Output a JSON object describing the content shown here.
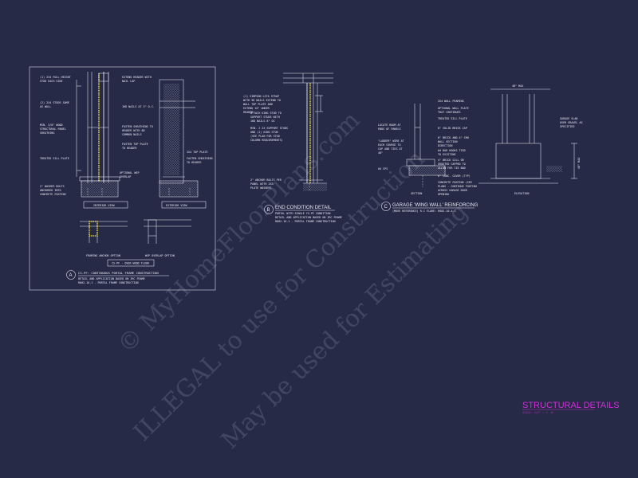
{
  "watermark": {
    "line1": "© MyHomeFloorPlans.com",
    "line2": "ILLEGAL to use for Construction",
    "line3": "May be used for Estimating"
  },
  "sheet_title": {
    "title": "STRUCTURAL DETAILS",
    "scale": "SCALE: 1/2\" = 1'-0\""
  },
  "detail_a": {
    "badge": "A",
    "title": "CS-PF: CONTINUOUS PORTAL FRAME CONSTRUCTION",
    "subtitle1": "DETAIL AND APPLICATION BASED ON IRC FRAME",
    "subtitle2": "R602.10.1 - PORTAL FRAME CONSTRUCTION",
    "view_interior": "INTERIOR VIEW",
    "view_exterior": "EXTERIOR VIEW",
    "option_framing": "FRAMING ANCHOR OPTION",
    "option_overlap": "WSP OVERLAP OPTION",
    "floor_tag": "CS-PF - OVER WOOD FLOOR",
    "notes_left": [
      "(1) 2X4 FULL HEIGHT",
      "STUD EACH SIDE",
      "(2) 2X4 STUDS SAME",
      "AS WALL",
      "MIN. 3/8\" WOOD",
      "STRUCTURAL PANEL",
      "SHEATHING",
      "TREATED SILL PLATE",
      "2\" WASHER BOLTS",
      "ANCHORED INTO",
      "CONCRETE FOOTING"
    ],
    "notes_mid": [
      "EXTEND HEADER WITH",
      "NAIL LAP",
      "16D NAILS AT 3\" O.C.",
      "FASTEN SHEATHING TO",
      "HEADER WITH 8D",
      "COMMON NAILS",
      "FASTEN TOP PLATE",
      "TO HEADER"
    ],
    "notes_right": [
      "2X4 TOP PLATE",
      "FASTEN SHEATHING",
      "TO HEADER",
      "OPTIONAL WSP",
      "OVERLAP"
    ]
  },
  "detail_b": {
    "badge": "B",
    "title": "END CONDITION DETAIL",
    "subtitle1": "PORTAL WITH SINGLE CS-PF CONDITION",
    "subtitle2": "DETAIL AND APPLICATION BASED ON IRC FRAME",
    "subtitle3": "R602.10.1 - PORTAL FRAME CONSTRUCTION",
    "notes": [
      "(1) SIMPSON LSTA STRAP",
      "WITH 9D NAILS EXTEND TO",
      "WALL TOP PLATE AND",
      "EXTEND 16\" UNDER",
      "HEADER",
      "ATTACH KING STUD TO",
      "SUPPORT STUDS WITH",
      "16D NAILS 8\" OC",
      "MIN. 2 2X SUPPORT STUDS",
      "AND (1) KING STUD",
      "(SEE PLAN FOR STUD",
      "COLUMN REQUIREMENTS)",
      "2\" ANCHOR BOLTS PER",
      "PANEL WITH 2X3",
      "PLATE WASHERS"
    ]
  },
  "detail_c": {
    "badge": "C",
    "title": "GARAGE 'WING WALL' REINFORCING",
    "subtitle": "(MOVE REFERENCE) R.C FLARE: R602.10.4.1",
    "label_section": "SECTION",
    "label_elevation": "ELEVATION",
    "dim_top": "48\" MAX",
    "dim_side": "48\" MAX",
    "notes_left": [
      "LOCATE BOOM AT",
      "ENDS OF PANELS",
      "\"LADDER\" WIRE AT",
      "EACH COURSE TO",
      "CAP AND TIES AT",
      "48\"",
      "#4 CPS"
    ],
    "notes_mid": [
      "2X4 WALL FRAMING",
      "OPTIONAL WALL PLATE",
      "THAT CONTINUES",
      "TREATED SILL PLATE",
      "8\" SOLID BRICK CAP",
      "8\" BRICK AND 4\" CMU",
      "WALL SECTION",
      "DIRECTION",
      "#4 BAR HOOKS TIED",
      "TO EXISTING",
      "4\" BRICK SILL OR",
      "GROUTED CAPPED TO",
      "ALLOW FOR TIE BOD",
      "6\" CONC. COVER (TYP)",
      "CONCRETE FOOTING (SEE",
      "PLANS - CONTINUE FOOTING",
      "ACROSS GARAGE DOOR",
      "OPENING"
    ],
    "notes_right": [
      "GARAGE SLAB",
      "OVER GRAVEL AS",
      "SPECIFIED"
    ]
  }
}
